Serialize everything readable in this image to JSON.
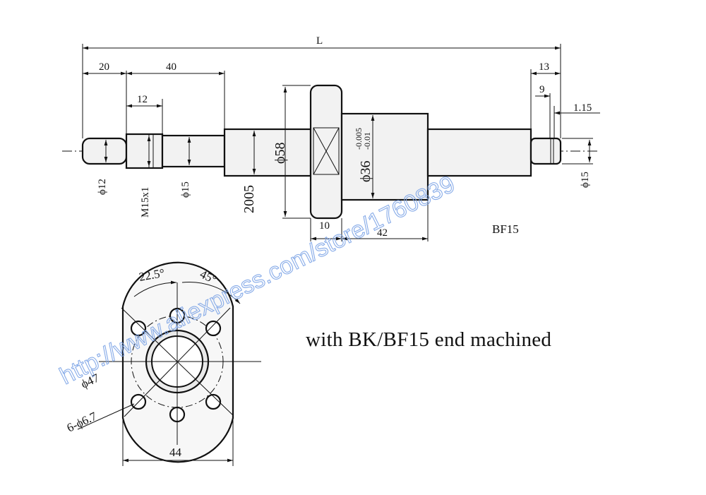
{
  "drawing": {
    "caption": "with BK/BF15 end machined",
    "end_type_label": "BF15",
    "shaft_dimensions": {
      "overall_length": "L",
      "seg_20": "20",
      "seg_40": "40",
      "seg_12": "12",
      "right_13": "13",
      "right_9": "9",
      "right_1_15": "1.15",
      "nut_10": "10",
      "nut_42": "42"
    },
    "diameters": {
      "d12": "ϕ12",
      "thread": "M15x1",
      "d15_left": "ϕ15",
      "screw_model": "2005",
      "flange_d58": "ϕ58",
      "nut_d36": "ϕ36",
      "tol_upper": "-0.005",
      "tol_lower": "-0.01",
      "d15_right": "ϕ15"
    },
    "flange_view": {
      "angle_a": "22.5°",
      "angle_b": "45°",
      "pcd": "ϕ47",
      "holes": "6-ϕ6.7",
      "width": "44"
    }
  },
  "watermark": {
    "text": "http://www.aliexpress.com/store/1760839"
  },
  "colors": {
    "line": "#111111",
    "watermark": "#7ba3e6",
    "background": "#ffffff"
  }
}
